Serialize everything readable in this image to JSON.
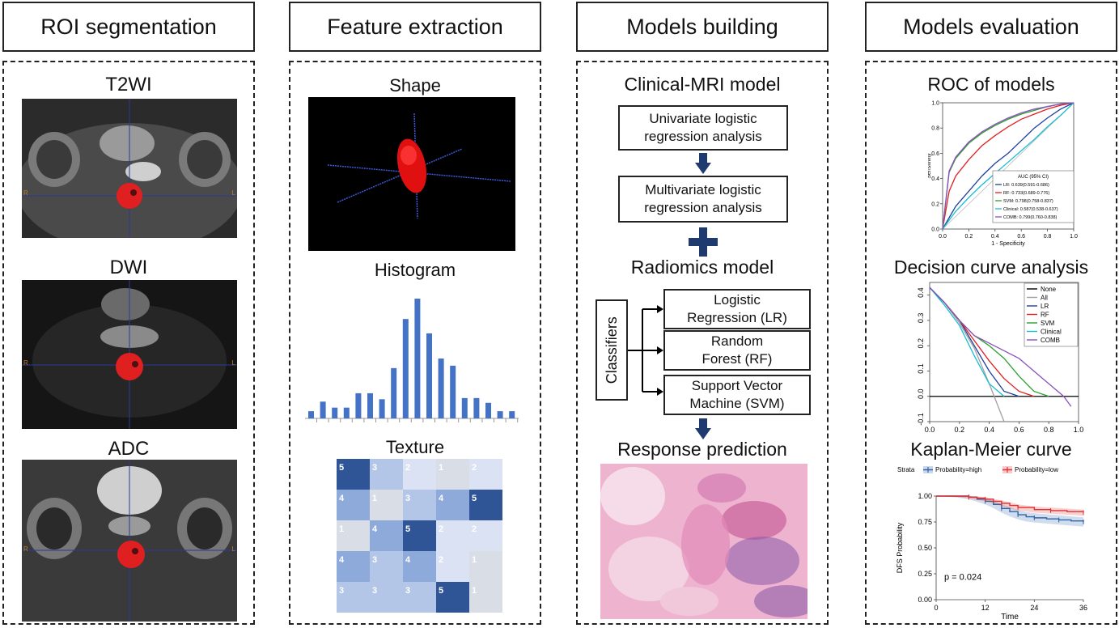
{
  "headers": {
    "roi": "ROI segmentation",
    "feature": "Feature extraction",
    "models": "Models building",
    "evaluation": "Models evaluation"
  },
  "roi": {
    "t2wi": "T2WI",
    "dwi": "DWI",
    "adc": "ADC",
    "marker_l": "L",
    "marker_r": "R"
  },
  "feature": {
    "shape": "Shape",
    "histogram": "Histogram",
    "texture": "Texture",
    "histogram_bars": [
      0.06,
      0.14,
      0.09,
      0.09,
      0.21,
      0.21,
      0.16,
      0.42,
      0.83,
      1.0,
      0.71,
      0.5,
      0.44,
      0.17,
      0.17,
      0.13,
      0.06,
      0.06
    ],
    "texture_matrix": [
      [
        5,
        3,
        2,
        1,
        2
      ],
      [
        4,
        1,
        3,
        4,
        5
      ],
      [
        1,
        4,
        5,
        2,
        2
      ],
      [
        4,
        3,
        4,
        2,
        1
      ],
      [
        3,
        3,
        3,
        5,
        1
      ]
    ]
  },
  "models": {
    "clinical_title": "Clinical-MRI model",
    "univariate_line1": "Univariate logistic",
    "univariate_line2": "regression analysis",
    "multivariate_line1": "Multivariate logistic",
    "multivariate_line2": "regression analysis",
    "radiomics_title": "Radiomics model",
    "classifiers": "Classifiers",
    "lr_line1": "Logistic",
    "lr_line2": "Regression (LR)",
    "rf_line1": "Random",
    "rf_line2": "Forest (RF)",
    "svm_line1": "Support Vector",
    "svm_line2": "Machine (SVM)",
    "response_title": "Response prediction"
  },
  "evaluation": {
    "roc_title": "ROC of models",
    "dca_title": "Decision curve analysis",
    "km_title": "Kaplan-Meier curve"
  },
  "chart_data": [
    {
      "type": "line",
      "title": "ROC of models",
      "xlabel": "1 - Specificity",
      "ylabel": "Sensitivity",
      "xlim": [
        0,
        1
      ],
      "ylim": [
        0,
        1
      ],
      "xticks": [
        "0.0",
        "0.2",
        "0.4",
        "0.6",
        "0.8",
        "1.0"
      ],
      "yticks": [
        "0.0",
        "0.2",
        "0.4",
        "0.6",
        "0.8",
        "1.0"
      ],
      "legend_title": "AUC (95% CI)",
      "legend_position": "bottom-right",
      "series": [
        {
          "name": "LR: 0.639(0.591-0.686)",
          "color": "#1f3f9f",
          "x": [
            0,
            0.1,
            0.2,
            0.3,
            0.4,
            0.5,
            0.6,
            0.7,
            0.8,
            0.9,
            1.0
          ],
          "y": [
            0,
            0.18,
            0.3,
            0.42,
            0.52,
            0.6,
            0.7,
            0.8,
            0.88,
            0.95,
            1.0
          ]
        },
        {
          "name": "RF: 0.733(0.689-0.776)",
          "color": "#e02020",
          "x": [
            0,
            0.05,
            0.1,
            0.2,
            0.3,
            0.4,
            0.5,
            0.6,
            0.7,
            0.8,
            0.9,
            1.0
          ],
          "y": [
            0,
            0.3,
            0.42,
            0.55,
            0.66,
            0.74,
            0.81,
            0.87,
            0.91,
            0.95,
            0.98,
            1.0
          ]
        },
        {
          "name": "SVM: 0.798(0.758-0.837)",
          "color": "#2ca02c",
          "x": [
            0,
            0.05,
            0.1,
            0.2,
            0.3,
            0.4,
            0.5,
            0.6,
            0.7,
            0.8,
            0.9,
            1.0
          ],
          "y": [
            0,
            0.45,
            0.56,
            0.68,
            0.76,
            0.82,
            0.87,
            0.91,
            0.94,
            0.97,
            0.99,
            1.0
          ]
        },
        {
          "name": "Clinical: 0.587(0.538-0.637)",
          "color": "#17becf",
          "x": [
            0,
            0.1,
            0.2,
            0.3,
            0.4,
            0.5,
            0.6,
            0.7,
            0.8,
            0.9,
            1.0
          ],
          "y": [
            0,
            0.14,
            0.25,
            0.35,
            0.44,
            0.53,
            0.62,
            0.71,
            0.81,
            0.9,
            1.0
          ]
        },
        {
          "name": "COMB: 0.799(0.760-0.838)",
          "color": "#8c4fc0",
          "x": [
            0,
            0.05,
            0.1,
            0.2,
            0.3,
            0.4,
            0.5,
            0.6,
            0.7,
            0.8,
            0.9,
            1.0
          ],
          "y": [
            0,
            0.46,
            0.57,
            0.69,
            0.77,
            0.83,
            0.88,
            0.92,
            0.95,
            0.97,
            0.99,
            1.0
          ]
        }
      ]
    },
    {
      "type": "line",
      "title": "Decision curve analysis",
      "xlim": [
        0,
        1
      ],
      "ylim": [
        -0.1,
        0.45
      ],
      "xticks": [
        "0.0",
        "0.2",
        "0.4",
        "0.6",
        "0.8",
        "1.0"
      ],
      "yticks": [
        "-0.1",
        "0.0",
        "0.1",
        "0.2",
        "0.3",
        "0.4"
      ],
      "legend_position": "top-right",
      "series": [
        {
          "name": "None",
          "color": "#000000",
          "x": [
            0,
            1
          ],
          "y": [
            0,
            0
          ]
        },
        {
          "name": "All",
          "color": "#a0a0a0",
          "x": [
            0,
            0.1,
            0.2,
            0.3,
            0.4,
            0.5
          ],
          "y": [
            0.43,
            0.37,
            0.29,
            0.19,
            0.05,
            -0.13
          ]
        },
        {
          "name": "LR",
          "color": "#1f3f9f",
          "x": [
            0,
            0.1,
            0.2,
            0.3,
            0.4,
            0.5,
            0.6
          ],
          "y": [
            0.43,
            0.37,
            0.3,
            0.2,
            0.1,
            0.02,
            0.0
          ]
        },
        {
          "name": "RF",
          "color": "#e02020",
          "x": [
            0,
            0.1,
            0.2,
            0.3,
            0.4,
            0.5,
            0.6,
            0.7
          ],
          "y": [
            0.43,
            0.37,
            0.3,
            0.22,
            0.14,
            0.07,
            0.02,
            0.0
          ]
        },
        {
          "name": "SVM",
          "color": "#2ca02c",
          "x": [
            0,
            0.1,
            0.2,
            0.3,
            0.4,
            0.5,
            0.6,
            0.7,
            0.8
          ],
          "y": [
            0.43,
            0.37,
            0.3,
            0.24,
            0.2,
            0.15,
            0.08,
            0.02,
            0.0
          ]
        },
        {
          "name": "Clinical",
          "color": "#17becf",
          "x": [
            0,
            0.1,
            0.2,
            0.3,
            0.4,
            0.5
          ],
          "y": [
            0.43,
            0.36,
            0.28,
            0.16,
            0.05,
            0.0
          ]
        },
        {
          "name": "COMB",
          "color": "#8c4fc0",
          "x": [
            0,
            0.1,
            0.2,
            0.3,
            0.4,
            0.5,
            0.6,
            0.7,
            0.8,
            0.9,
            0.95
          ],
          "y": [
            0.43,
            0.37,
            0.3,
            0.24,
            0.21,
            0.18,
            0.15,
            0.1,
            0.05,
            0.0,
            -0.04
          ]
        }
      ]
    },
    {
      "type": "line",
      "title": "Kaplan-Meier curve",
      "xlabel": "Time",
      "ylabel": "DFS Probability",
      "xlim": [
        0,
        36
      ],
      "ylim": [
        0,
        1
      ],
      "xticks": [
        "0",
        "12",
        "24",
        "36"
      ],
      "yticks": [
        "0.00",
        "0.25",
        "0.50",
        "0.75",
        "1.00"
      ],
      "legend_title": "Strata",
      "legend_position": "top",
      "annotation": "p = 0.024",
      "series": [
        {
          "name": "Probability=high",
          "color": "#2f64a8",
          "x": [
            0,
            5,
            8,
            10,
            12,
            14,
            16,
            18,
            20,
            22,
            24,
            27,
            30,
            33,
            36
          ],
          "y": [
            1.0,
            1.0,
            0.99,
            0.97,
            0.95,
            0.92,
            0.88,
            0.85,
            0.82,
            0.8,
            0.79,
            0.78,
            0.77,
            0.76,
            0.75
          ]
        },
        {
          "name": "Probability=low",
          "color": "#e03030",
          "x": [
            0,
            5,
            8,
            10,
            12,
            14,
            16,
            18,
            20,
            24,
            28,
            32,
            36
          ],
          "y": [
            1.0,
            1.0,
            0.99,
            0.98,
            0.97,
            0.95,
            0.93,
            0.91,
            0.89,
            0.87,
            0.86,
            0.85,
            0.84
          ]
        }
      ]
    }
  ]
}
